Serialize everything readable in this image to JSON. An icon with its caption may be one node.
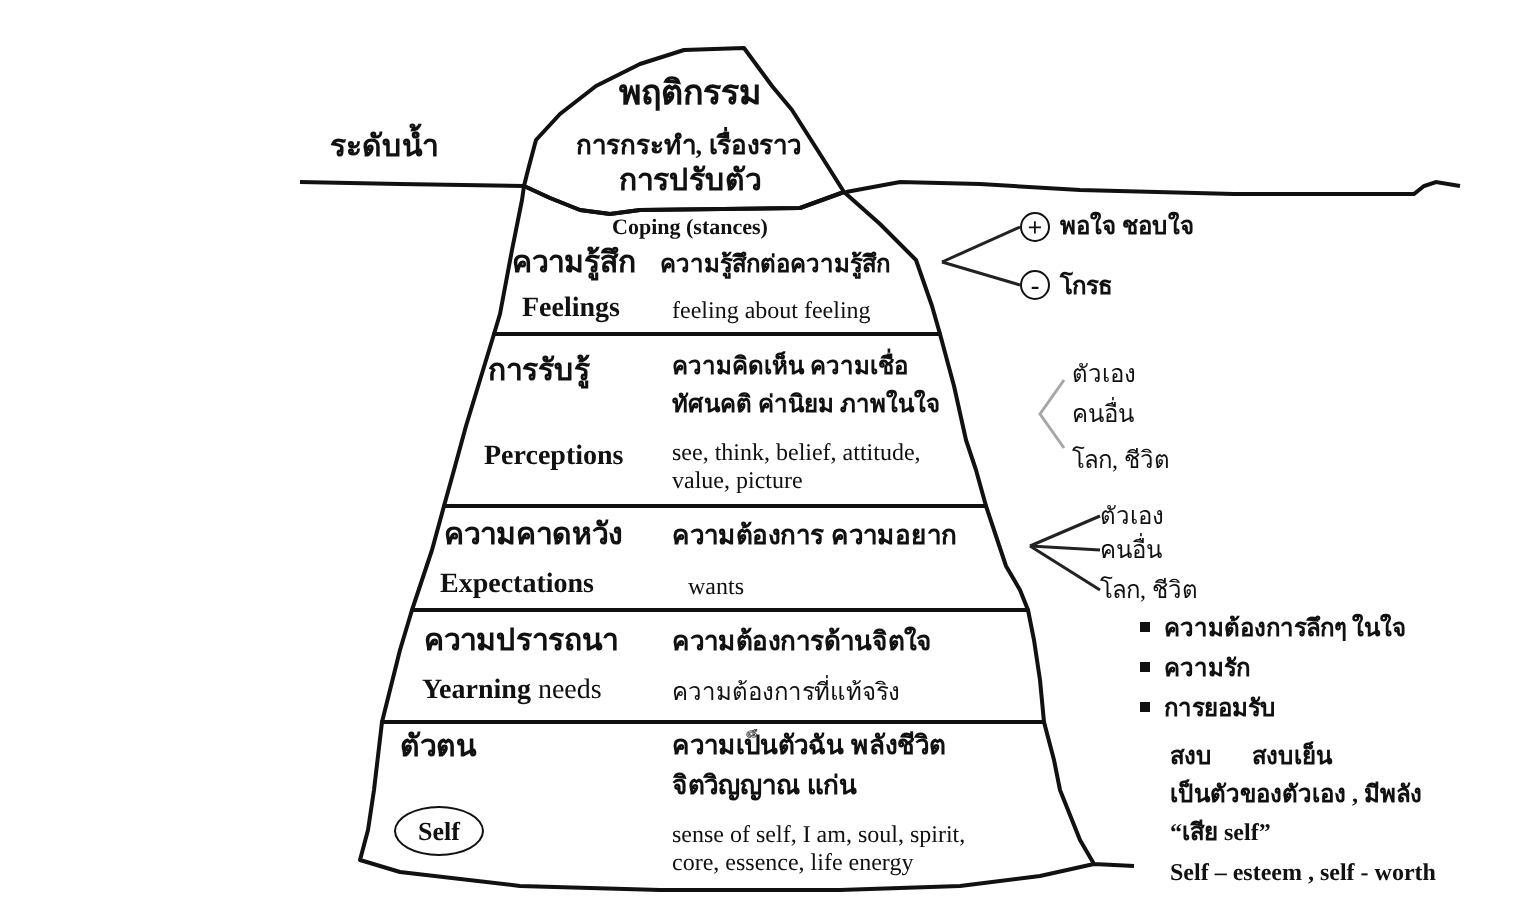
{
  "diagram": {
    "nodes": [
      {
        "text": [
          "พฤติกรรม",
          "การกระทำ, เรื่องราว",
          "การปรับตัว"
        ]
      },
      {
        "text": [
          "Coping (stances)",
          "ความรู้สึก",
          "ความรู้สึกต่อความรู้สึก",
          "Feelings",
          "feeling about feeling"
        ]
      },
      {
        "text": [
          "+"
        ],
        "beside": [
          "พอใจ ชอบใจ"
        ]
      },
      {
        "text": [
          "-"
        ],
        "beside": [
          "โกรธ"
        ]
      },
      {
        "text": [
          "การรับรู้",
          "ความคิดเห็น ความเชื่อ ทัศนคติ ค่านิยม ภาพในใจ",
          "Perceptions",
          "see, think, belief, attitude, value, picture"
        ]
      },
      {
        "text": [
          "ความคาดหวัง",
          "ความต้องการ ความอยาก",
          "Expectations",
          "wants"
        ]
      },
      {
        "text": [
          "ตัวเอง"
        ]
      },
      {
        "text": [
          "คนอื่น"
        ]
      },
      {
        "text": [
          "โลก, ชีวิต"
        ]
      },
      {
        "text": [
          "ความปรารถนา",
          "ความต้องการด้านจิตใจ",
          "**Yearning** needs",
          "ความต้องการที่แท้จริง"
        ]
      },
      {
        "text": [
          "ตัวตน",
          "ความเป็นตัวฉัน พลังชีวิต จิตวิญญาณ แก่น",
          "sense of self, I am, soul, spirit, core, essence, life energy"
        ]
      },
      {
        "text": [
          "Self"
        ],
        "in": 10
      }
    ],
    "edges": [
      {
        "from": 1,
        "to": 2,
        "arrow": "none"
      },
      {
        "from": 1,
        "to": 3,
        "arrow": "none"
      },
      {
        "from": 5,
        "to": 6,
        "arrow": "none"
      },
      {
        "from": 5,
        "to": 7,
        "arrow": "none"
      },
      {
        "from": 5,
        "to": 8,
        "arrow": "none"
      }
    ],
    "labels": [
      "ระดับน้ำ",
      "ตัวเอง",
      "คนอื่น",
      "โลก, ชีวิต",
      "ความต้องการลึกๆ ในใจ",
      "ความรัก",
      "การยอมรับ",
      "สงบ",
      "สงบเย็น",
      "เป็นตัวของตัวเอง , มีพลัง",
      "“เสีย self”",
      "Self – esteem , self - worth"
    ]
  }
}
